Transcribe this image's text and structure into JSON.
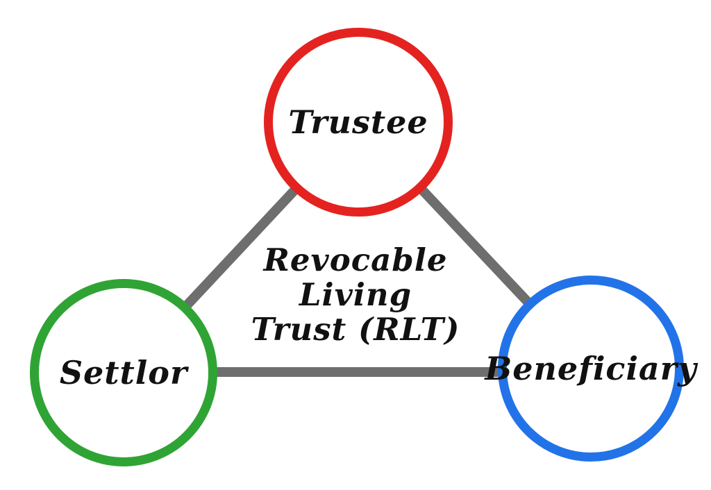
{
  "diagram": {
    "background_color": "#ffffff",
    "text_color": "#111111",
    "center_label": {
      "full_text": "Revocable Living Trust (RLT)",
      "lines": [
        "Revocable",
        "Living",
        "Trust (RLT)"
      ]
    },
    "nodes": [
      {
        "id": "trustee",
        "label": "Trustee",
        "ring_color": "#e42320",
        "position": "top"
      },
      {
        "id": "settlor",
        "label": "Settlor",
        "ring_color": "#2fa434",
        "position": "bottom-left"
      },
      {
        "id": "beneficiary",
        "label": "Beneficiary",
        "ring_color": "#2273e8",
        "position": "bottom-right"
      }
    ],
    "edges": {
      "color": "#6e6e6e",
      "connections": [
        {
          "from": "Trustee",
          "to": "Settlor"
        },
        {
          "from": "Trustee",
          "to": "Beneficiary"
        },
        {
          "from": "Settlor",
          "to": "Beneficiary"
        }
      ]
    }
  }
}
